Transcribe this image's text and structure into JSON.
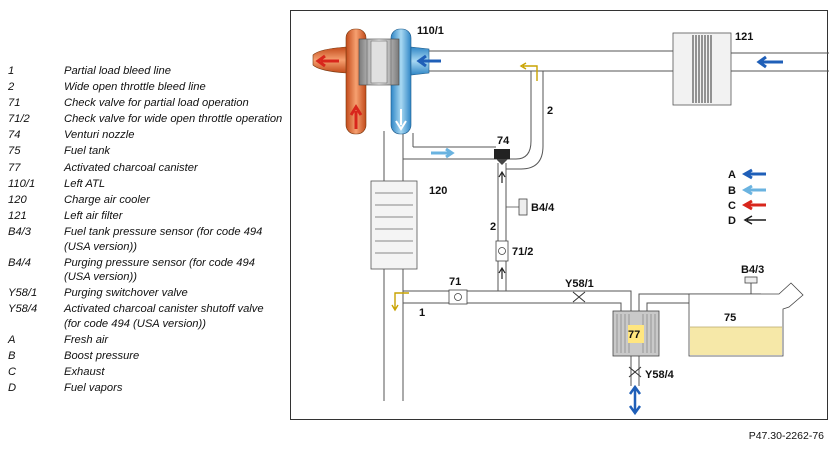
{
  "legend": [
    {
      "code": "1",
      "text": "Partial load bleed line"
    },
    {
      "code": "2",
      "text": "Wide open throttle bleed line"
    },
    {
      "code": "71",
      "text": "Check valve for partial load operation"
    },
    {
      "code": "71/2",
      "text": "Check valve for wide open throttle operation"
    },
    {
      "code": "74",
      "text": "Venturi nozzle"
    },
    {
      "code": "75",
      "text": "Fuel tank"
    },
    {
      "code": "77",
      "text": "Activated charcoal canister"
    },
    {
      "code": "110/1",
      "text": "Left ATL"
    },
    {
      "code": "120",
      "text": "Charge air cooler"
    },
    {
      "code": "121",
      "text": "Left air filter"
    },
    {
      "code": "B4/3",
      "text": "Fuel tank pressure sensor (for code 494 (USA version))"
    },
    {
      "code": "B4/4",
      "text": "Purging pressure sensor (for code 494 (USA version))"
    },
    {
      "code": "Y58/1",
      "text": "Purging switchover valve"
    },
    {
      "code": "Y58/4",
      "text": "Activated charcoal canister shutoff valve (for code 494 (USA version))"
    },
    {
      "code": "A",
      "text": "Fresh air"
    },
    {
      "code": "B",
      "text": "Boost pressure"
    },
    {
      "code": "C",
      "text": "Exhaust"
    },
    {
      "code": "D",
      "text": "Fuel vapors"
    }
  ],
  "diagram": {
    "labels": {
      "atl": "110/1",
      "filter": "121",
      "line_2_top": "2",
      "venturi": "74",
      "cooler": "120",
      "b44": "B4/4",
      "line_2_mid": "2",
      "cv712": "71/2",
      "cv71": "71",
      "y581": "Y58/1",
      "line_1": "1",
      "b43": "B4/3",
      "tank": "75",
      "canister": "77",
      "y584": "Y58/4"
    },
    "flow_key": [
      {
        "letter": "A",
        "color": "#1f5fb8"
      },
      {
        "letter": "B",
        "color": "#6ab3e0"
      },
      {
        "letter": "C",
        "color": "#d8261c"
      },
      {
        "letter": "D",
        "color": "#1a1a1a"
      }
    ]
  },
  "figure_id": "P47.30-2262-76"
}
